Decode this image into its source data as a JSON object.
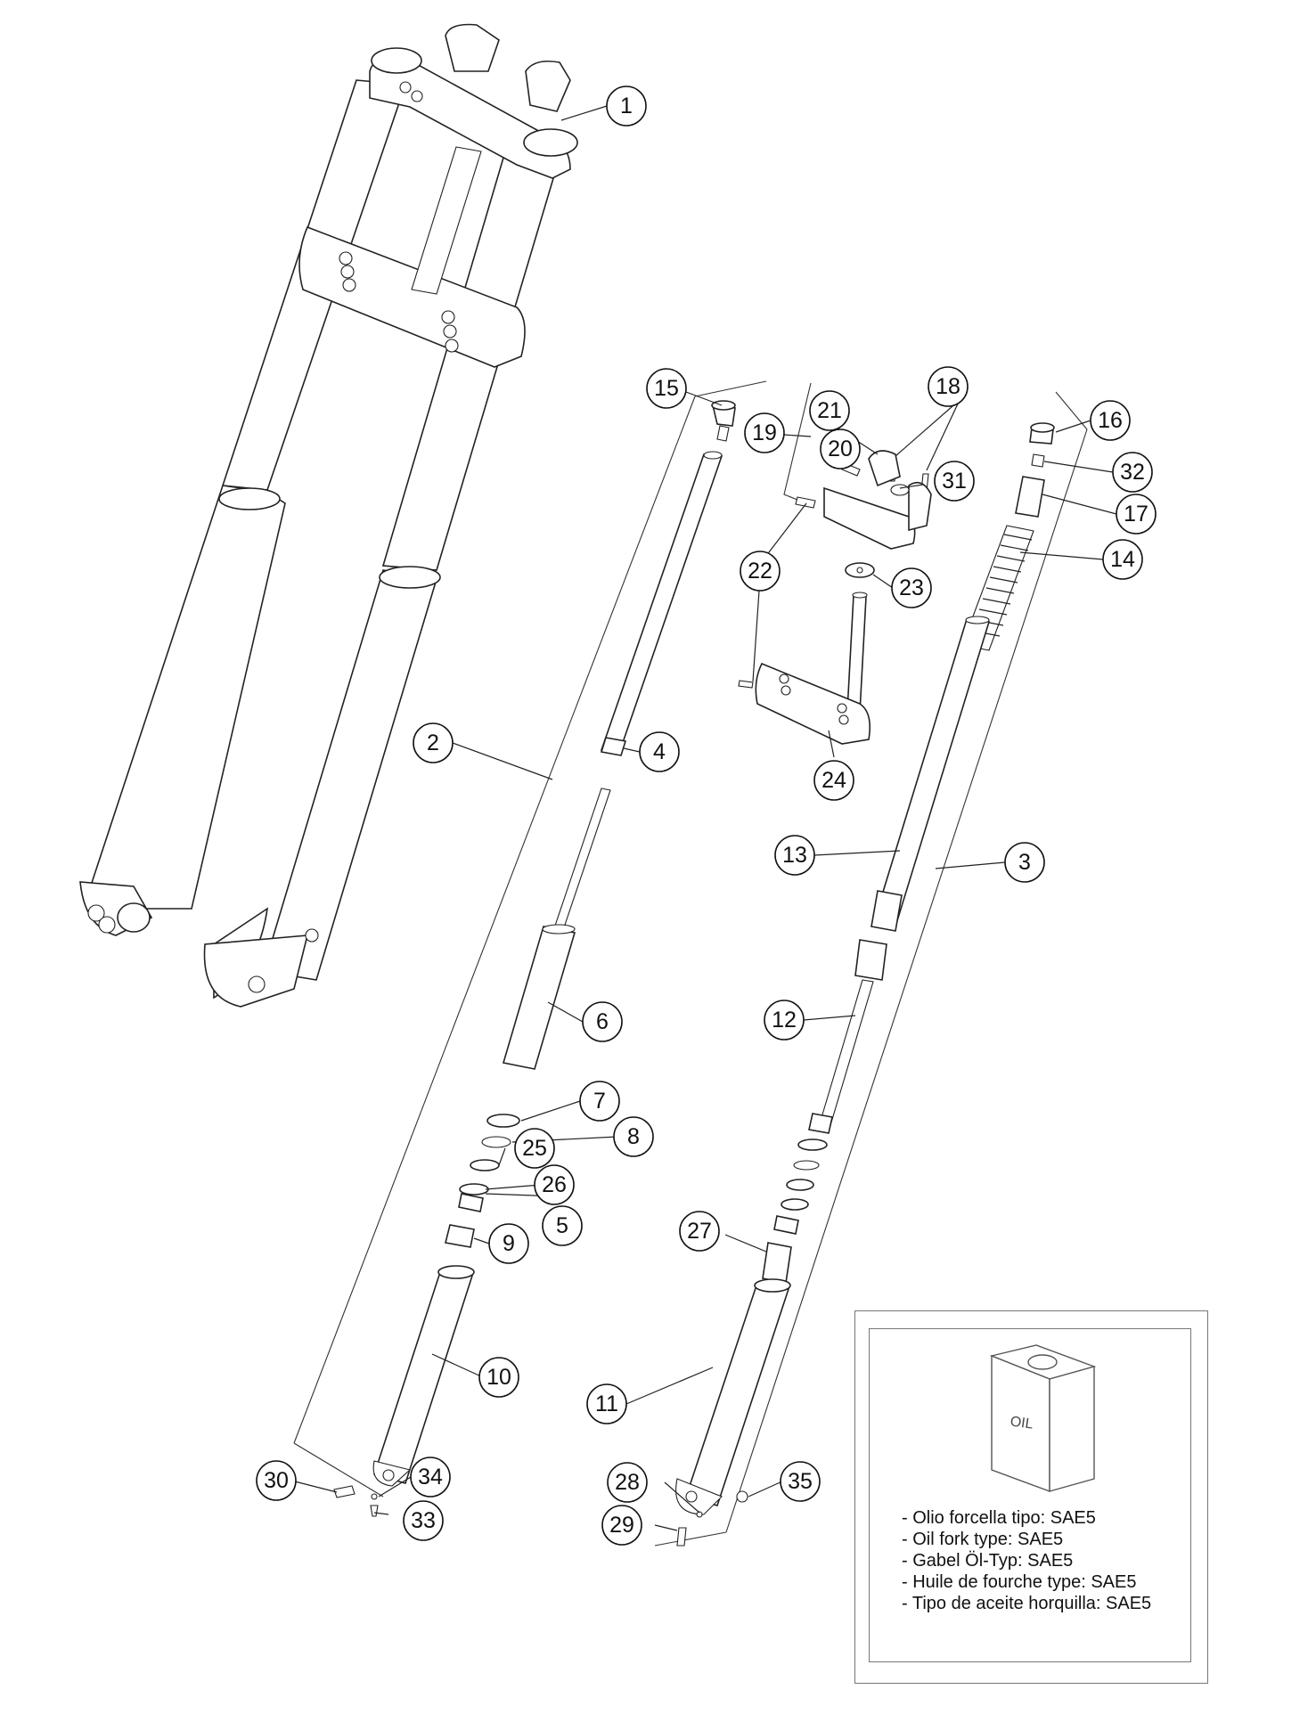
{
  "callouts": [
    {
      "id": "c1",
      "label": "1"
    },
    {
      "id": "c2",
      "label": "2"
    },
    {
      "id": "c3",
      "label": "3"
    },
    {
      "id": "c4",
      "label": "4"
    },
    {
      "id": "c5",
      "label": "5"
    },
    {
      "id": "c6",
      "label": "6"
    },
    {
      "id": "c7",
      "label": "7"
    },
    {
      "id": "c8",
      "label": "8"
    },
    {
      "id": "c9",
      "label": "9"
    },
    {
      "id": "c10",
      "label": "10"
    },
    {
      "id": "c11",
      "label": "11"
    },
    {
      "id": "c12",
      "label": "12"
    },
    {
      "id": "c13",
      "label": "13"
    },
    {
      "id": "c14",
      "label": "14"
    },
    {
      "id": "c15",
      "label": "15"
    },
    {
      "id": "c16",
      "label": "16"
    },
    {
      "id": "c17",
      "label": "17"
    },
    {
      "id": "c18",
      "label": "18"
    },
    {
      "id": "c19",
      "label": "19"
    },
    {
      "id": "c20",
      "label": "20"
    },
    {
      "id": "c21",
      "label": "21"
    },
    {
      "id": "c22",
      "label": "22"
    },
    {
      "id": "c23",
      "label": "23"
    },
    {
      "id": "c24",
      "label": "24"
    },
    {
      "id": "c25",
      "label": "25"
    },
    {
      "id": "c26",
      "label": "26"
    },
    {
      "id": "c27",
      "label": "27"
    },
    {
      "id": "c28",
      "label": "28"
    },
    {
      "id": "c29",
      "label": "29"
    },
    {
      "id": "c30",
      "label": "30"
    },
    {
      "id": "c31",
      "label": "31"
    },
    {
      "id": "c32",
      "label": "32"
    },
    {
      "id": "c33",
      "label": "33"
    },
    {
      "id": "c34",
      "label": "34"
    },
    {
      "id": "c35",
      "label": "35"
    }
  ],
  "oil_box": {
    "icon": "oil-container-icon",
    "container_label": "OIL",
    "notes": [
      "- Olio forcella tipo: SAE5",
      "- Oil fork type: SAE5",
      "- Gabel Öl-Typ: SAE5",
      "- Huile de fourche type: SAE5",
      "- Tipo de aceite horquilla: SAE5"
    ]
  }
}
